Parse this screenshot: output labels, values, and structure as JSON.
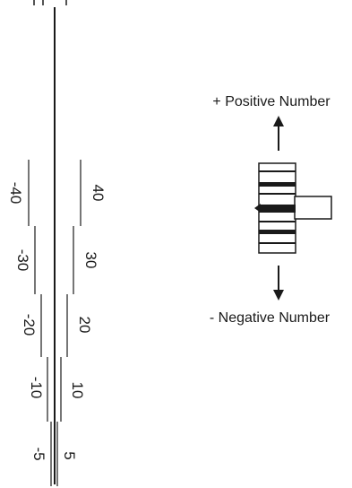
{
  "labels": {
    "positive": "+ Positive Number",
    "negative": "- Negative Number"
  },
  "scale": {
    "negative_marks": [
      "-40",
      "-30",
      "-20",
      "-10",
      "-5"
    ],
    "positive_marks": [
      "40",
      "30",
      "20",
      "10",
      "5"
    ]
  },
  "colors": {
    "line": "#1a1a1a",
    "background": "#ffffff"
  },
  "icons": {
    "up_arrow": "arrow-up-icon",
    "down_arrow": "arrow-down-icon",
    "thumbwheel": "thumbwheel-icon"
  }
}
